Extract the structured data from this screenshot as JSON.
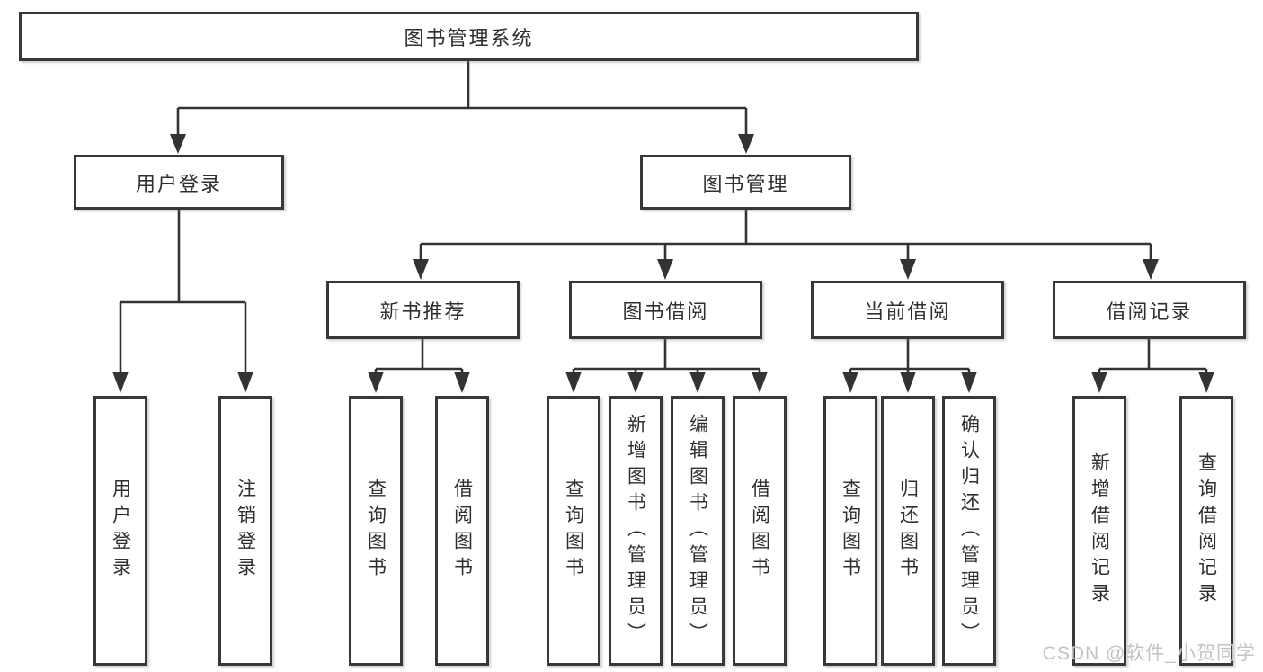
{
  "nodes": {
    "root": "图书管理系统",
    "branches": [
      {
        "label": "用户登录",
        "leaves": [
          "用户登录",
          "注销登录"
        ]
      },
      {
        "label": "图书管理",
        "groups": [
          {
            "label": "新书推荐",
            "leaves": [
              "查询图书",
              "借阅图书"
            ]
          },
          {
            "label": "图书借阅",
            "leaves": [
              "查询图书",
              "新增图书（管理员）",
              "编辑图书（管理员）",
              "借阅图书"
            ]
          },
          {
            "label": "当前借阅",
            "leaves": [
              "查询图书",
              "归还图书",
              "确认归还（管理员）"
            ]
          },
          {
            "label": "借阅记录",
            "leaves": [
              "新增借阅记录",
              "查询借阅记录"
            ]
          }
        ]
      }
    ]
  },
  "watermark": "CSDN @软件_小贺同学",
  "colors": {
    "background": "#ffffff",
    "line": "#333333",
    "box_border": "#383838",
    "text": "#2f2f2f",
    "watermark": "#c3c3c3"
  }
}
